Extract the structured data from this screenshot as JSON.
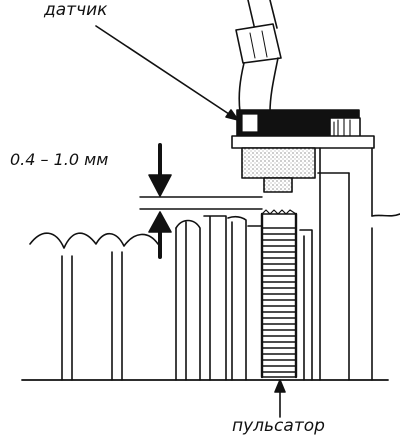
{
  "labels": {
    "sensor": "датчик",
    "gap": "0.4 – 1.0 мм",
    "rotor": "пульсатор"
  },
  "colors": {
    "ink": "#111111",
    "paper": "#ffffff",
    "hatch": "#555555"
  }
}
